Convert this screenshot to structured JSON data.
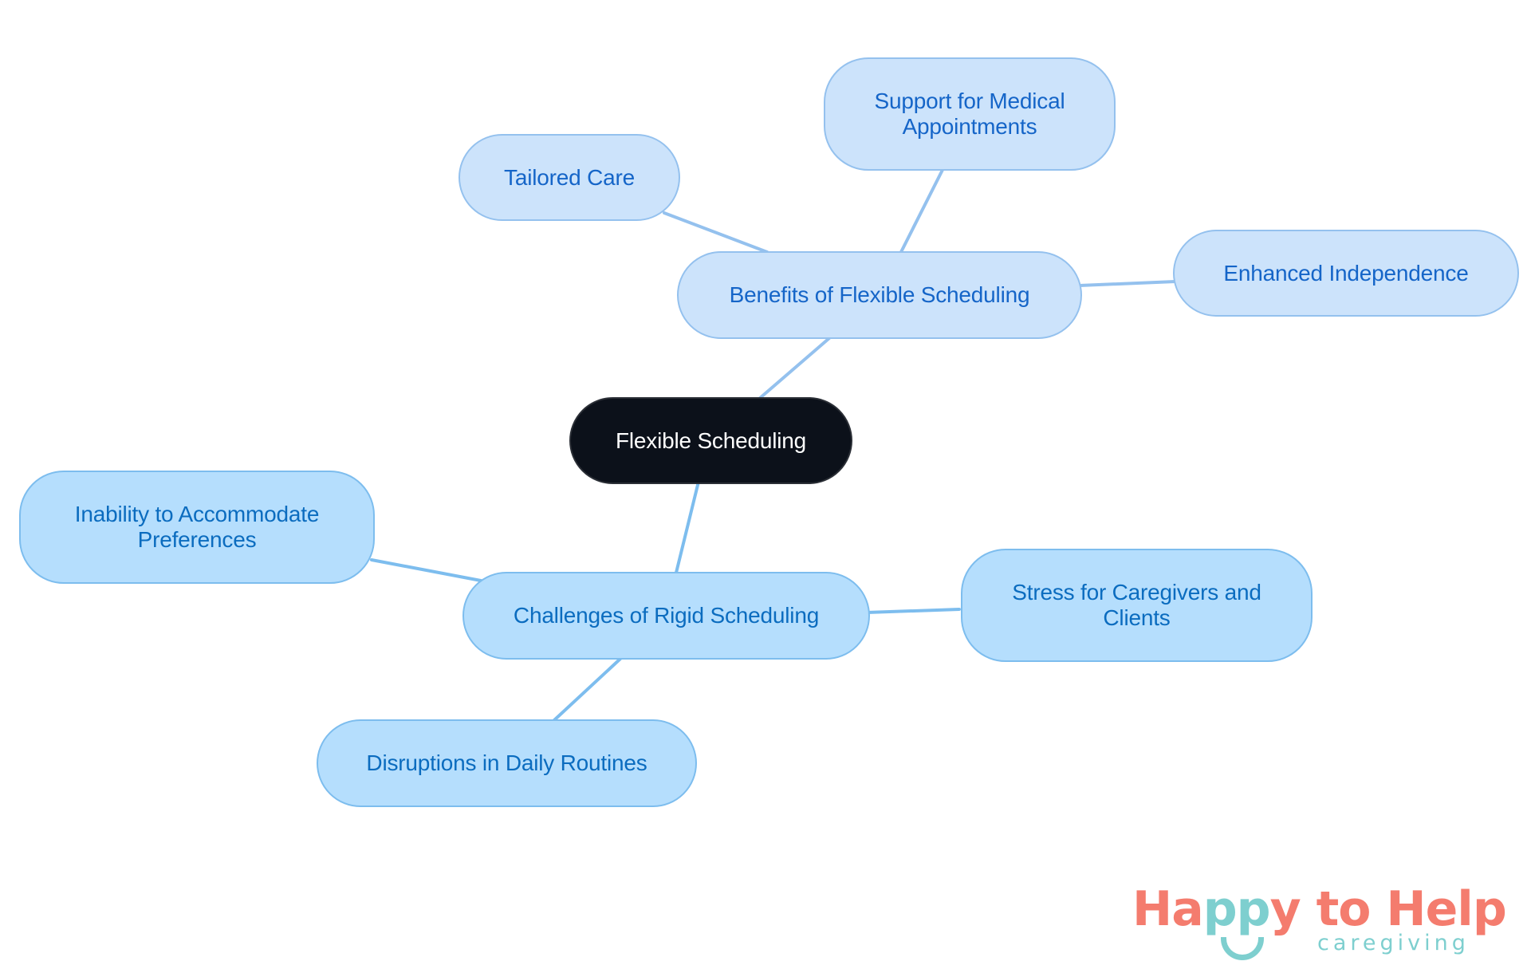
{
  "diagram": {
    "type": "mind-map",
    "root": {
      "label": "Flexible Scheduling"
    },
    "branches": [
      {
        "label": "Benefits of Flexible Scheduling",
        "children": [
          {
            "label": "Tailored Care"
          },
          {
            "label": "Support for Medical Appointments"
          },
          {
            "label": "Enhanced Independence"
          }
        ]
      },
      {
        "label": "Challenges of Rigid Scheduling",
        "children": [
          {
            "label": "Inability to Accommodate Preferences"
          },
          {
            "label": "Stress for Caregivers and Clients"
          },
          {
            "label": "Disruptions in Daily Routines"
          }
        ]
      }
    ]
  },
  "logo": {
    "part1": "Ha",
    "part2": "pp",
    "part3": "y to Help",
    "subtitle": "caregiving"
  },
  "colors": {
    "root_fill": "#0c111a",
    "benefit_fill": "#cce3fb",
    "benefit_text": "#1565c8",
    "benefit_edge": "#94c1ee",
    "challenge_fill": "#b5defd",
    "challenge_text": "#0b6cbf",
    "challenge_edge": "#7dbdee",
    "logo_coral": "#f47c6e",
    "logo_teal": "#7ecfcf"
  }
}
